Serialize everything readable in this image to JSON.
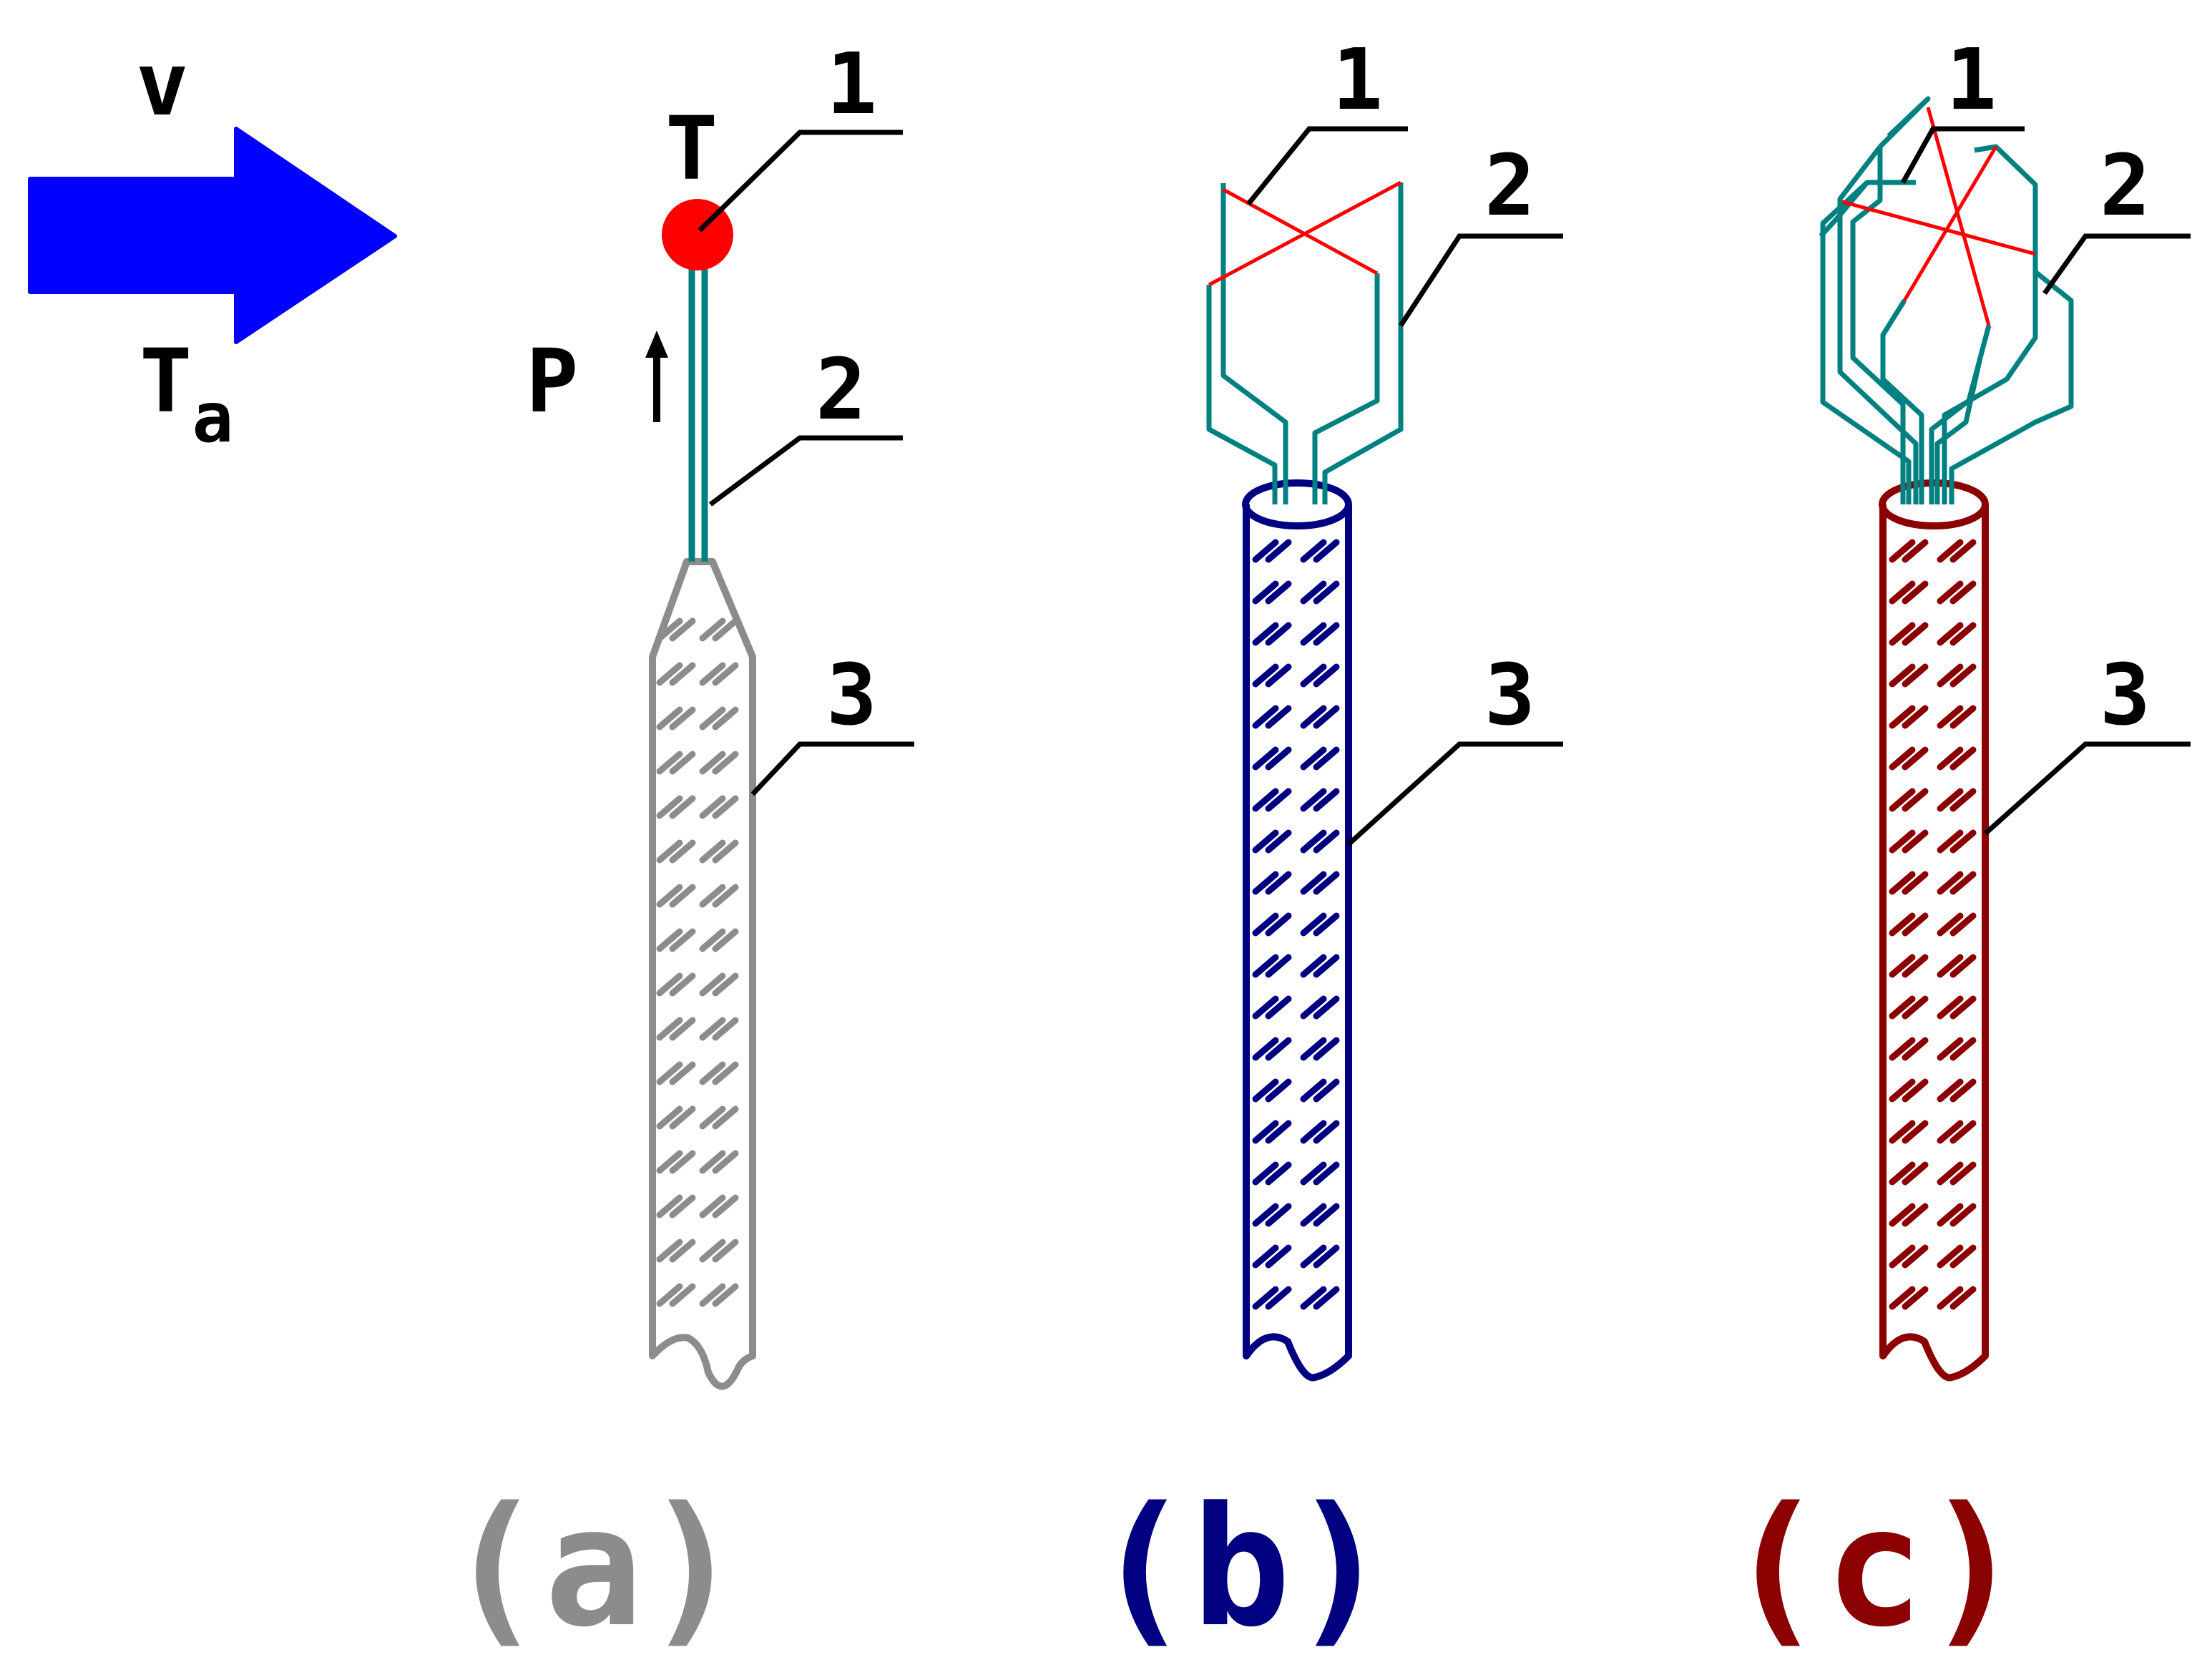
{
  "symbols": {
    "velocity": "v",
    "ambient_temp": "T",
    "ambient_temp_sub": "a",
    "temperature": "T",
    "pressure": "P"
  },
  "panels": [
    {
      "caption": "(a)",
      "color": "#8c8c8c",
      "callouts": [
        "1",
        "2",
        "3"
      ]
    },
    {
      "caption": "(b)",
      "color": "#000080",
      "callouts": [
        "1",
        "2",
        "3"
      ]
    },
    {
      "caption": "(c)",
      "color": "#8b0000",
      "callouts": [
        "1",
        "2",
        "3"
      ]
    }
  ],
  "colors": {
    "flow_arrow": "#0000ff",
    "junction": "#ff0000",
    "wire_teal": "#008080",
    "wire_red": "#ff0000",
    "leader": "#000000"
  },
  "icons": [
    "flow-arrow-icon",
    "pressure-arrow-icon"
  ]
}
